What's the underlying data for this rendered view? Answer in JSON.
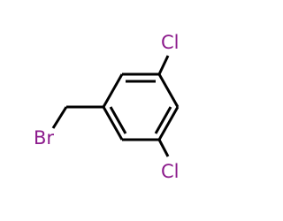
{
  "molecule": {
    "atoms": {
      "cl_top": "Cl",
      "cl_bottom": "Cl",
      "br": "Br"
    },
    "colors": {
      "bond": "#000000",
      "halogen": "#8c1b8c"
    }
  }
}
